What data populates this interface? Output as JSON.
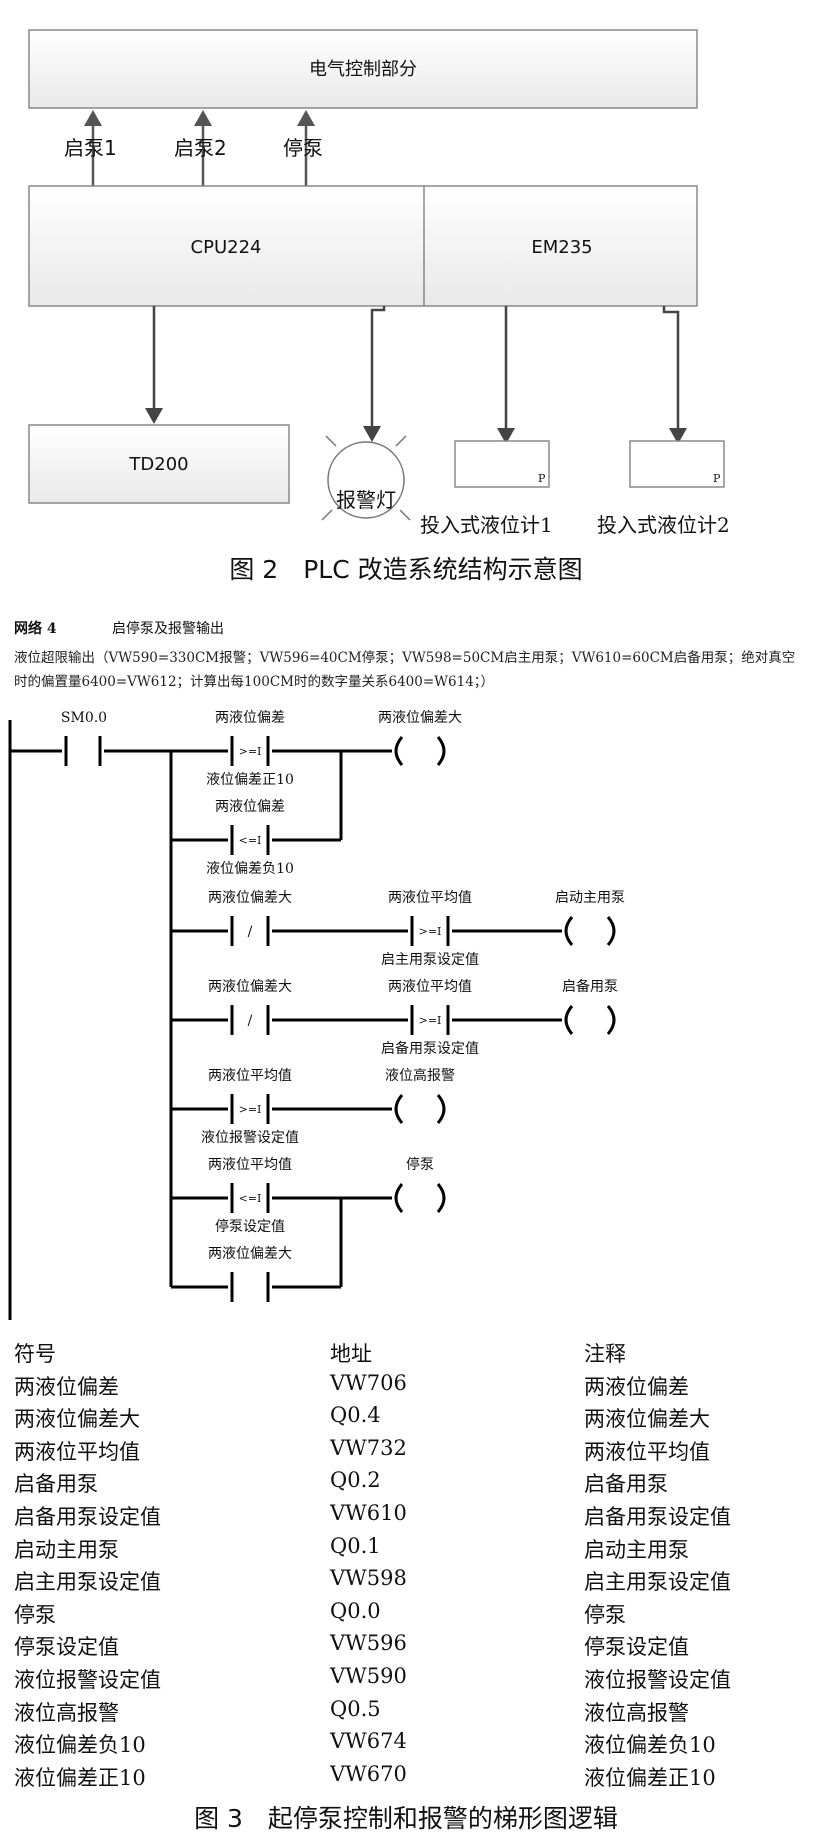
{
  "fig2": {
    "top_box": "电气控制部分",
    "signals": [
      "启泵1",
      "启泵2",
      "停泵"
    ],
    "cpu": "CPU224",
    "em": "EM235",
    "td": "TD200",
    "alarm_lamp": "报警灯",
    "sensor_mark": "P",
    "sensor1": "投入式液位计1",
    "sensor2": "投入式液位计2",
    "caption": "图 2　PLC 改造系统结构示意图"
  },
  "ladder": {
    "network_title": "网络 4",
    "network_name": "启停泵及报警输出",
    "desc_line1": "液位超限输出（VW590=330CM报警；VW596=40CM停泵；VW598=50CM启主用泵；VW610=60CM启备用泵；绝对真空",
    "desc_line2": "时的偏置量6400=VW612；计算出每100CM时的数字量关系6400=W614；）",
    "sm": "SM0.0",
    "ge": ">=I",
    "le": "<=I",
    "nc": "/",
    "r1_top": "两液位偏差",
    "r1_bottom": "液位偏差正10",
    "r1_coil": "两液位偏差大",
    "r2_top": "两液位偏差",
    "r2_bottom": "液位偏差负10",
    "r3_nc": "两液位偏差大",
    "r3_cmp": "两液位平均值",
    "r3_bottom": "启主用泵设定值",
    "r3_coil": "启动主用泵",
    "r4_nc": "两液位偏差大",
    "r4_cmp": "两液位平均值",
    "r4_bottom": "启备用泵设定值",
    "r4_coil": "启备用泵",
    "r5_top": "两液位平均值",
    "r5_bottom": "液位报警设定值",
    "r5_coil": "液位高报警",
    "r6_top": "两液位平均值",
    "r6_bottom": "停泵设定值",
    "r6_coil": "停泵",
    "r7_top": "两液位偏差大"
  },
  "symbols": {
    "headers": [
      "符号",
      "地址",
      "注释"
    ],
    "rows": [
      [
        "两液位偏差",
        "VW706",
        "两液位偏差"
      ],
      [
        "两液位偏差大",
        "Q0.4",
        "两液位偏差大"
      ],
      [
        "两液位平均值",
        "VW732",
        "两液位平均值"
      ],
      [
        "启备用泵",
        "Q0.2",
        "启备用泵"
      ],
      [
        "启备用泵设定值",
        "VW610",
        "启备用泵设定值"
      ],
      [
        "启动主用泵",
        "Q0.1",
        "启动主用泵"
      ],
      [
        "启主用泵设定值",
        "VW598",
        "启主用泵设定值"
      ],
      [
        "停泵",
        "Q0.0",
        "停泵"
      ],
      [
        "停泵设定值",
        "VW596",
        "停泵设定值"
      ],
      [
        "液位报警设定值",
        "VW590",
        "液位报警设定值"
      ],
      [
        "液位高报警",
        "Q0.5",
        "液位高报警"
      ],
      [
        "液位偏差负10",
        "VW674",
        "液位偏差负10"
      ],
      [
        "液位偏差正10",
        "VW670",
        "液位偏差正10"
      ]
    ]
  },
  "fig3_caption": "图 3　起停泵控制和报警的梯形图逻辑"
}
